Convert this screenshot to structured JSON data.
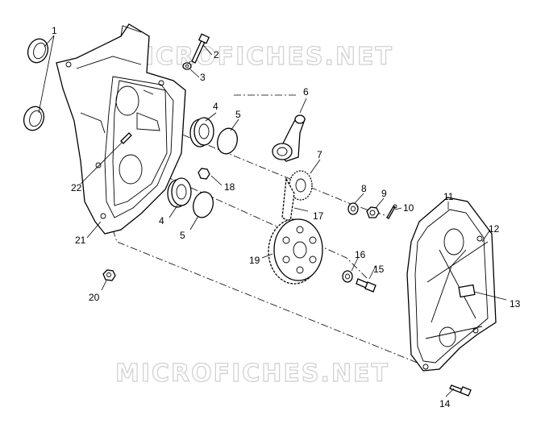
{
  "watermark": "MICROFICHES.NET",
  "callouts": [
    "1",
    "2",
    "3",
    "4",
    "5",
    "6",
    "7",
    "8",
    "9",
    "10",
    "11",
    "12",
    "13",
    "14",
    "15",
    "16",
    "17",
    "18",
    "19",
    "20",
    "21",
    "22"
  ]
}
